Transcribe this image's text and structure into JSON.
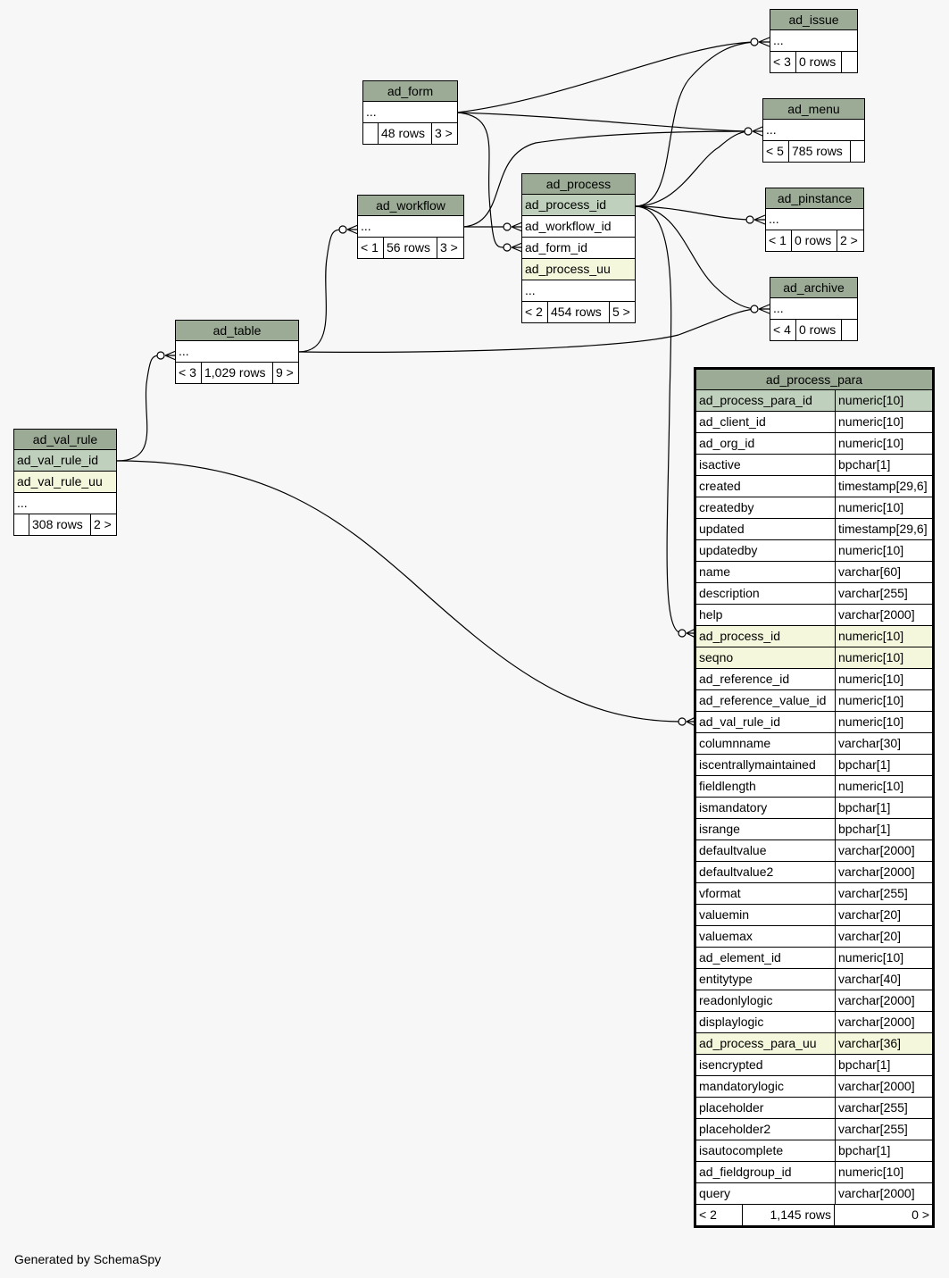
{
  "footer_text": "Generated by SchemaSpy",
  "colors": {
    "header": "#9cab96",
    "primary_key": "#bfd1bc",
    "indexed": "#f5f7dc",
    "background": "#f7f7f7"
  },
  "tables": {
    "ad_issue": {
      "name": "ad_issue",
      "more": "...",
      "parents": "< 3",
      "rows": "0 rows",
      "children": ""
    },
    "ad_form": {
      "name": "ad_form",
      "more": "...",
      "parents": "",
      "rows": "48 rows",
      "children": "3 >"
    },
    "ad_menu": {
      "name": "ad_menu",
      "more": "...",
      "parents": "< 5",
      "rows": "785 rows",
      "children": ""
    },
    "ad_workflow": {
      "name": "ad_workflow",
      "more": "...",
      "parents": "< 1",
      "rows": "56 rows",
      "children": "3 >"
    },
    "ad_process": {
      "name": "ad_process",
      "columns": [
        "ad_process_id",
        "ad_workflow_id",
        "ad_form_id",
        "ad_process_uu"
      ],
      "more": "...",
      "parents": "< 2",
      "rows": "454 rows",
      "children": "5 >"
    },
    "ad_pinstance": {
      "name": "ad_pinstance",
      "more": "...",
      "parents": "< 1",
      "rows": "0 rows",
      "children": "2 >"
    },
    "ad_archive": {
      "name": "ad_archive",
      "more": "...",
      "parents": "< 4",
      "rows": "0 rows",
      "children": ""
    },
    "ad_table": {
      "name": "ad_table",
      "more": "...",
      "parents": "< 3",
      "rows": "1,029 rows",
      "children": "9 >"
    },
    "ad_val_rule": {
      "name": "ad_val_rule",
      "columns": [
        "ad_val_rule_id",
        "ad_val_rule_uu"
      ],
      "more": "...",
      "parents": "",
      "rows": "308 rows",
      "children": "2 >"
    },
    "ad_process_para": {
      "name": "ad_process_para",
      "columns": [
        {
          "name": "ad_process_para_id",
          "type": "numeric[10]",
          "key": "pk"
        },
        {
          "name": "ad_client_id",
          "type": "numeric[10]"
        },
        {
          "name": "ad_org_id",
          "type": "numeric[10]"
        },
        {
          "name": "isactive",
          "type": "bpchar[1]"
        },
        {
          "name": "created",
          "type": "timestamp[29,6]"
        },
        {
          "name": "createdby",
          "type": "numeric[10]"
        },
        {
          "name": "updated",
          "type": "timestamp[29,6]"
        },
        {
          "name": "updatedby",
          "type": "numeric[10]"
        },
        {
          "name": "name",
          "type": "varchar[60]"
        },
        {
          "name": "description",
          "type": "varchar[255]"
        },
        {
          "name": "help",
          "type": "varchar[2000]"
        },
        {
          "name": "ad_process_id",
          "type": "numeric[10]",
          "key": "idx"
        },
        {
          "name": "seqno",
          "type": "numeric[10]",
          "key": "idx"
        },
        {
          "name": "ad_reference_id",
          "type": "numeric[10]"
        },
        {
          "name": "ad_reference_value_id",
          "type": "numeric[10]"
        },
        {
          "name": "ad_val_rule_id",
          "type": "numeric[10]"
        },
        {
          "name": "columnname",
          "type": "varchar[30]"
        },
        {
          "name": "iscentrallymaintained",
          "type": "bpchar[1]"
        },
        {
          "name": "fieldlength",
          "type": "numeric[10]"
        },
        {
          "name": "ismandatory",
          "type": "bpchar[1]"
        },
        {
          "name": "isrange",
          "type": "bpchar[1]"
        },
        {
          "name": "defaultvalue",
          "type": "varchar[2000]"
        },
        {
          "name": "defaultvalue2",
          "type": "varchar[2000]"
        },
        {
          "name": "vformat",
          "type": "varchar[255]"
        },
        {
          "name": "valuemin",
          "type": "varchar[20]"
        },
        {
          "name": "valuemax",
          "type": "varchar[20]"
        },
        {
          "name": "ad_element_id",
          "type": "numeric[10]"
        },
        {
          "name": "entitytype",
          "type": "varchar[40]"
        },
        {
          "name": "readonlylogic",
          "type": "varchar[2000]"
        },
        {
          "name": "displaylogic",
          "type": "varchar[2000]"
        },
        {
          "name": "ad_process_para_uu",
          "type": "varchar[36]",
          "key": "idx"
        },
        {
          "name": "isencrypted",
          "type": "bpchar[1]"
        },
        {
          "name": "mandatorylogic",
          "type": "varchar[2000]"
        },
        {
          "name": "placeholder",
          "type": "varchar[255]"
        },
        {
          "name": "placeholder2",
          "type": "varchar[255]"
        },
        {
          "name": "isautocomplete",
          "type": "bpchar[1]"
        },
        {
          "name": "ad_fieldgroup_id",
          "type": "numeric[10]"
        },
        {
          "name": "query",
          "type": "varchar[2000]"
        }
      ],
      "parents": "< 2",
      "rows": "1,145 rows",
      "children": "0 >"
    }
  }
}
